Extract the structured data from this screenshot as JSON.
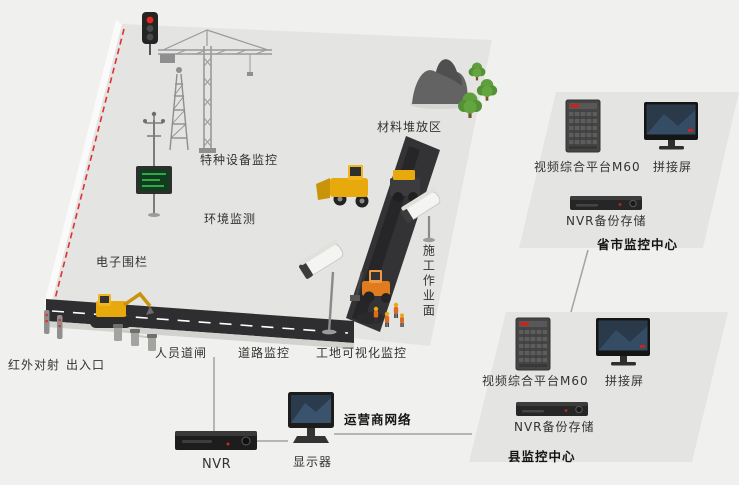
{
  "site": {
    "labels": {
      "infrared": "红外对射",
      "entrance": "出入口",
      "electronic_fence": "电子围栏",
      "special_equipment": "特种设备监控",
      "environment": "环境监测",
      "material_area": "材料堆放区",
      "personnel_gate": "人员道闸",
      "road_monitoring": "道路监控",
      "site_visual_monitoring": "工地可视化监控",
      "work_surface": "施工作业面"
    }
  },
  "network": {
    "label": "运营商网络"
  },
  "local": {
    "nvr": "NVR",
    "display": "显示器"
  },
  "centers": [
    {
      "title": "省市监控中心",
      "platform": "视频综合平台M60",
      "screen": "拼接屏",
      "backup": "NVR备份存储"
    },
    {
      "title": "县监控中心",
      "platform": "视频综合平台M60",
      "screen": "拼接屏",
      "backup": "NVR备份存储"
    }
  ],
  "colors": {
    "accent_red": "#e03131",
    "machine_yellow": "#e8a90c",
    "road_dark": "#2e2e30",
    "tree_green": "#5f9e3c"
  }
}
